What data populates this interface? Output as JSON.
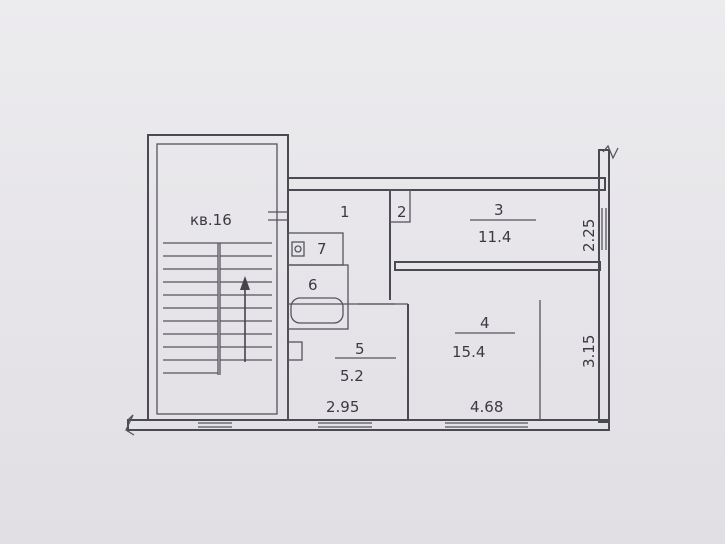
{
  "plan": {
    "apartment_label": "кв.16",
    "rooms": [
      {
        "number": "1",
        "area": ""
      },
      {
        "number": "2",
        "area": ""
      },
      {
        "number": "3",
        "area": "11.4"
      },
      {
        "number": "4",
        "area": "15.4"
      },
      {
        "number": "5",
        "area": "5.2"
      },
      {
        "number": "6",
        "area": ""
      },
      {
        "number": "7",
        "area": ""
      }
    ],
    "dimensions": {
      "room5_width": "2.95",
      "room4_width": "4.68",
      "room3_depth": "2.25",
      "room4_depth": "3.15"
    }
  }
}
